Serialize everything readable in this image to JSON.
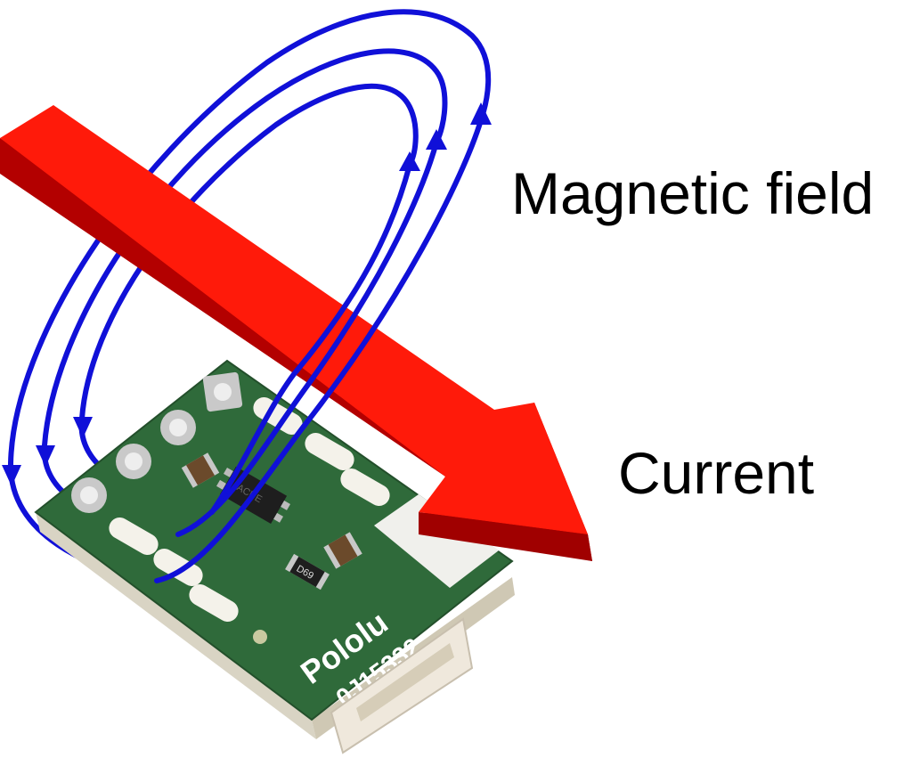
{
  "labels": {
    "magnetic_field": "Magnetic field",
    "current": "Current"
  },
  "board": {
    "brand": "Pololu",
    "part_number": "0J15332",
    "resistor_marking": "D69",
    "chip_marking": "ACUE"
  },
  "colors": {
    "field_lines": "#1010d8",
    "arrow_top": "#ff1a0a",
    "arrow_side": "#b30000",
    "pcb": "#2f6a3a",
    "background": "#ffffff"
  }
}
